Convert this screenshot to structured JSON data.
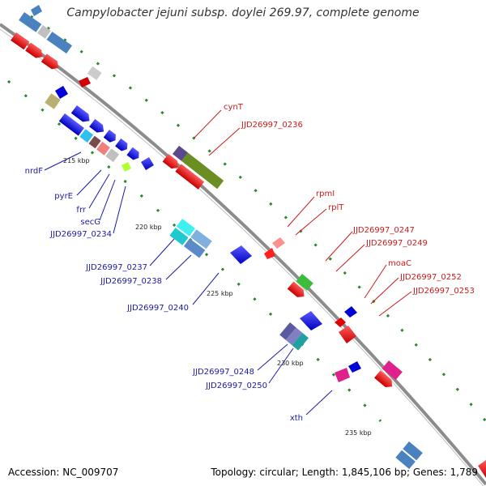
{
  "title": "Campylobacter jejuni subsp. doylei 269.97, complete genome",
  "footer": {
    "accession": "Accession: NC_009707",
    "topology": "Topology: circular; Length: 1,845,106 bp; Genes: 1,789"
  },
  "ticks": [
    "215 kbp",
    "220 kbp",
    "225 kbp",
    "230 kbp",
    "235 kbp"
  ],
  "labels_left": [
    "nrdF",
    "pyrE",
    "frr",
    "secG",
    "JJD26997_0234",
    "JJD26997_0237",
    "JJD26997_0238",
    "JJD26997_0240",
    "JJD26997_0248",
    "JJD26997_0250",
    "xth"
  ],
  "labels_right": [
    "cynT",
    "JJD26997_0236",
    "rpmI",
    "rplT",
    "JJD26997_0247",
    "JJD26997_0249",
    "moaC",
    "JJD26997_0252",
    "JJD26997_0253"
  ],
  "colors": {
    "forward_strand": "#ff0000",
    "reverse_strand": "#0000ff",
    "backbone": "#808080",
    "green_marks": "#2a8a2a"
  }
}
